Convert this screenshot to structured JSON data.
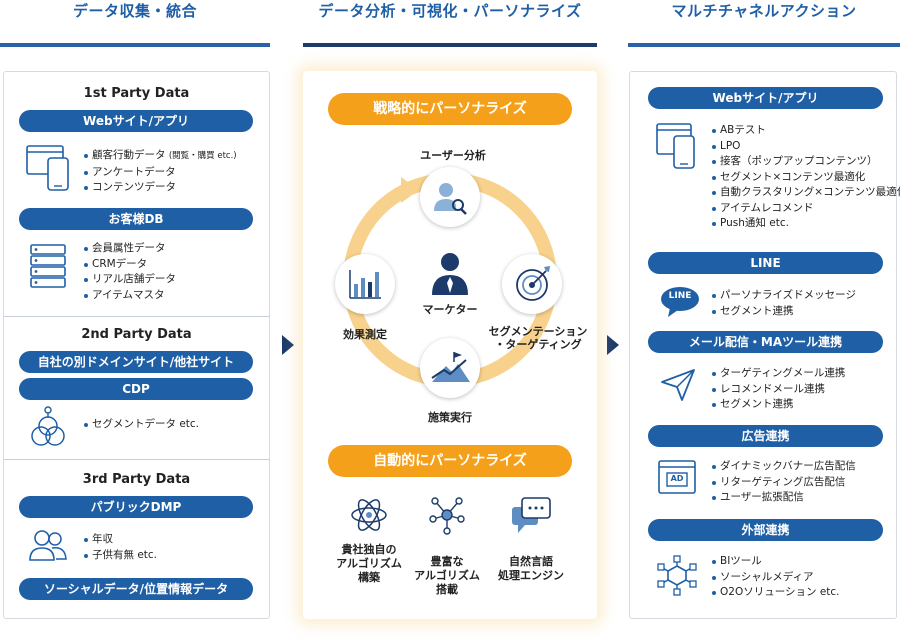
{
  "columns": {
    "left_title": "データ収集・統合",
    "center_title": "データ分析・可視化・パーソナライズ",
    "right_title": "マルチチャネルアクション"
  },
  "left": {
    "first_party": {
      "title": "1st Party Data",
      "web_pill": "Webサイト/アプリ",
      "web_items": [
        "顧客行動データ",
        "アンケートデータ",
        "コンテンツデータ"
      ],
      "web_item0_note": "(閲覧・購買 etc.)",
      "db_pill": "お客様DB",
      "db_items": [
        "会員属性データ",
        "CRMデータ",
        "リアル店舗データ",
        "アイテムマスタ"
      ]
    },
    "second_party": {
      "title": "2nd Party Data",
      "pill1": "自社の別ドメインサイト/他社サイト",
      "pill2": "CDP",
      "items": [
        "セグメントデータ etc."
      ]
    },
    "third_party": {
      "title": "3rd Party Data",
      "pill1": "パブリックDMP",
      "items": [
        "年収",
        "子供有無 etc."
      ],
      "pill2": "ソーシャルデータ/位置情報データ"
    }
  },
  "center": {
    "strategic_pill": "戦略的にパーソナライズ",
    "cycle": {
      "top": "ユーザー分析",
      "right_line1": "セグメンテーション",
      "right_line2": "・ターゲティング",
      "bottom": "施策実行",
      "left": "効果測定",
      "center": "マーケター"
    },
    "auto_pill": "自動的にパーソナライズ",
    "auto_items": [
      {
        "line1": "貴社独自の",
        "line2": "アルゴリズム",
        "line3": "構築"
      },
      {
        "line1": "豊富な",
        "line2": "アルゴリズム",
        "line3": "搭載"
      },
      {
        "line1": "自然言語",
        "line2": "処理エンジン",
        "line3": ""
      }
    ]
  },
  "right": {
    "web_pill": "Webサイト/アプリ",
    "web_items": [
      "ABテスト",
      "LPO",
      "接客（ポップアップコンテンツ）",
      "セグメント×コンテンツ最適化",
      "自動クラスタリング×コンテンツ最適化",
      "アイテムレコメンド",
      "Push通知 etc."
    ],
    "line_pill": "LINE",
    "line_badge": "LINE",
    "line_items": [
      "パーソナライズドメッセージ",
      "セグメント連携"
    ],
    "mail_pill": "メール配信・MAツール連携",
    "mail_items": [
      "ターゲティングメール連携",
      "レコメンドメール連携",
      "セグメント連携"
    ],
    "ad_pill": "広告連携",
    "ad_badge": "AD",
    "ad_items": [
      "ダイナミックバナー広告配信",
      "リターゲティング広告配信",
      "ユーザー拡張配信"
    ],
    "ext_pill": "外部連携",
    "ext_items": [
      "BIツール",
      "ソーシャルメディア",
      "O2Oソリューション etc."
    ]
  },
  "colors": {
    "blue": "#1f5fa6",
    "navy": "#1c3b6b",
    "orange": "#f5a01a",
    "ring": "#f8d28c"
  }
}
